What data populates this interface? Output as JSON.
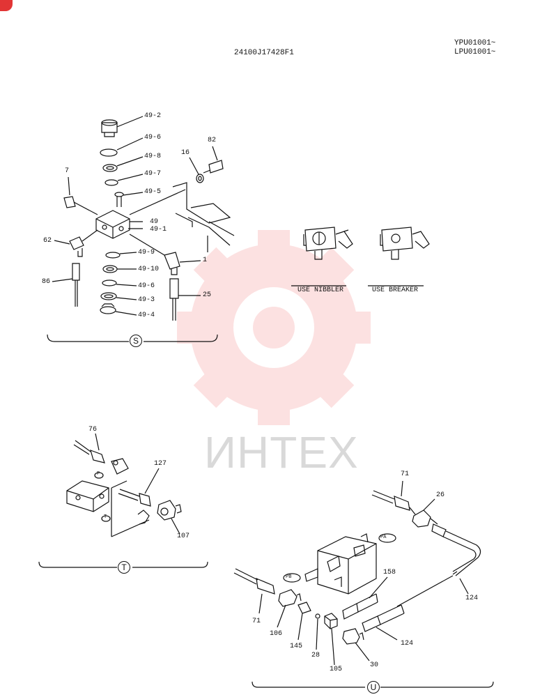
{
  "header": {
    "part_no": "24100J17428F1",
    "serial_1": "YPU01001~",
    "serial_2": "LPU01001~"
  },
  "watermark": {
    "text": "ИНТЕХ",
    "color": "#f27b7b",
    "icon": "gear-logo-icon"
  },
  "section_s": {
    "symbol": "S",
    "labels": [
      "49-2",
      "49-6",
      "49-8",
      "49-7",
      "49-5",
      "82",
      "16",
      "7",
      "49",
      "49-1",
      "62",
      "49-9",
      "1",
      "49-10",
      "86",
      "49-6",
      "49-3",
      "25",
      "49-4"
    ]
  },
  "inset": {
    "left_caption": "USE NIBBLER",
    "right_caption": "USE BREAKER"
  },
  "section_t": {
    "symbol": "T",
    "labels": [
      "76",
      "127",
      "107"
    ],
    "port_p": "P",
    "port_t": "T"
  },
  "section_u": {
    "symbol": "U",
    "labels": [
      "71",
      "26",
      "124",
      "158",
      "124",
      "71",
      "106",
      "145",
      "28",
      "105",
      "30"
    ],
    "port_pa": "PA",
    "port_pb": "PB"
  }
}
